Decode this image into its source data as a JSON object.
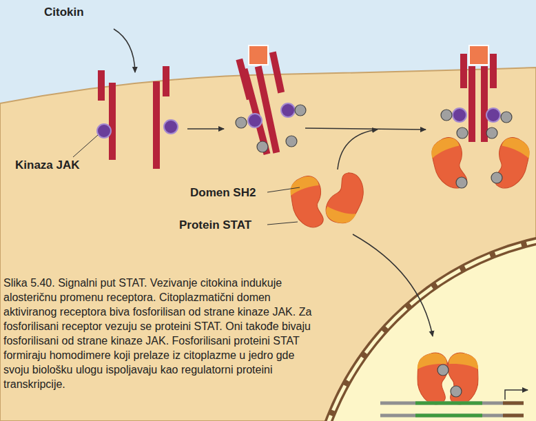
{
  "diagram": {
    "caption": "Slika 5.40. Signalni put STAT. Vezivanje citokina indukuje alosteričnu promenu receptora. Citoplazmatični domen aktiviranog receptora biva fosforilisan od strane kinaze JAK. Za fosforilisani receptor vezuju se proteini STAT. Oni takođe bivaju fosforilisani od strane kinaze JAK. Fosforilisani proteini STAT formiraju homodimere koji prelaze iz citoplazme u jedro gde svoju biološku ulogu ispoljavaju kao regulatorni proteini transkripcije.",
    "labels": [
      "Citokin",
      "Kinaza JAK",
      "Domen SH2",
      "Protein STAT"
    ]
  }
}
